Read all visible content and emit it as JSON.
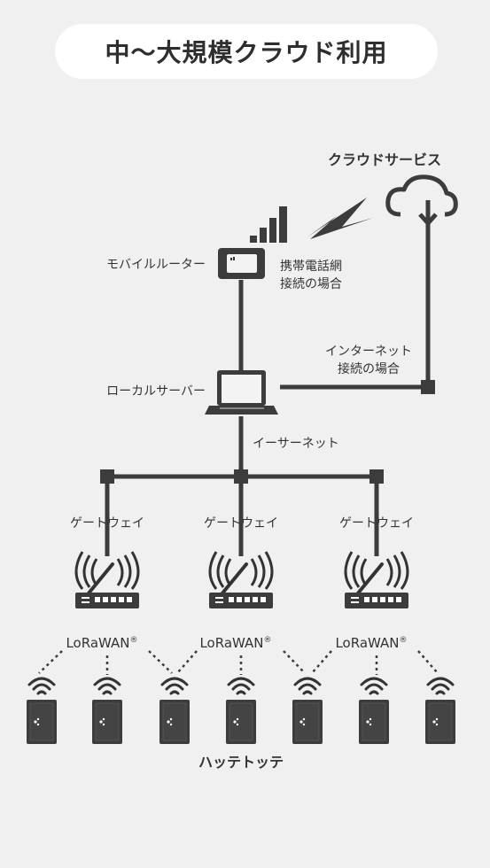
{
  "title": "中〜大規模クラウド利用",
  "labels": {
    "cloud_service": "クラウドサービス",
    "mobile_router": "モバイルルーター",
    "mobile_connection_1": "携帯電話網",
    "mobile_connection_2": "接続の場合",
    "internet_connection_1": "インターネット",
    "internet_connection_2": "接続の場合",
    "local_server": "ローカルサーバー",
    "ethernet": "イーサーネット",
    "gateway": "ゲートウェイ",
    "lorawan": "LoRaWAN",
    "registered_mark": "®",
    "hattetotte": "ハッテトッテ"
  },
  "colors": {
    "background": "#f0f0f0",
    "pill": "#ffffff",
    "line": "#3c3c3c",
    "text": "#333333"
  }
}
